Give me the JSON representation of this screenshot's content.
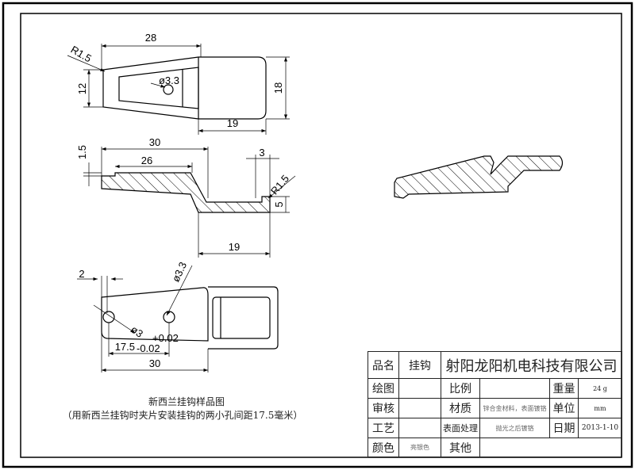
{
  "drawing": {
    "top_view": {
      "len28": "28",
      "r15": "R1.5",
      "w12": "12",
      "hole": "ø3.3",
      "h18": "18",
      "len19": "19"
    },
    "side_view": {
      "len30": "30",
      "len26": "26",
      "t15": "1.5",
      "w3": "3",
      "r15": "R1.5",
      "h5": "5",
      "len19": "19"
    },
    "bottom_view": {
      "w2": "2",
      "hole1": "ø3.3",
      "hole2": "ø3",
      "tol_plus": "+0.02",
      "tol_minus": "-0.02",
      "pitch": "17.5",
      "len30": "30"
    }
  },
  "caption": {
    "title": "新西兰挂钩样品图",
    "note": "（用新西兰挂钩时夹片安装挂钩的两小孔间距17.5毫米）"
  },
  "title_block": {
    "name_label": "品名",
    "name_value": "挂钩",
    "company": "射阳龙阳机电科技有限公司",
    "drawn_label": "绘图",
    "drawn_value": "",
    "scale_label": "比例",
    "scale_value": "",
    "weight_label": "重量",
    "weight_value": "24 g",
    "check_label": "审核",
    "check_value": "",
    "material_label": "材质",
    "material_value": "锌合金材料，表面镀铬",
    "unit_label": "单位",
    "unit_value": "mm",
    "process_label": "工艺",
    "process_value": "",
    "surface_label": "表面处理",
    "surface_value": "抛光之后镀铬",
    "date_label": "日期",
    "date_value": "2013-1-10",
    "color_label": "颜色",
    "color_value": "亮银色",
    "other_label": "其他",
    "other_value": ""
  }
}
